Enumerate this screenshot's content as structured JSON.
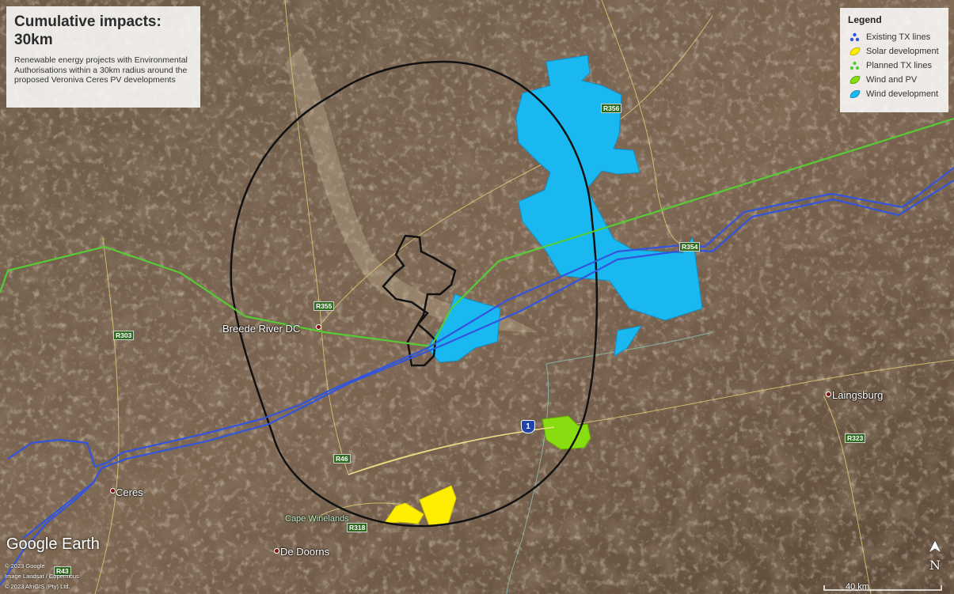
{
  "title": {
    "heading": "Cumulative impacts: 30km",
    "description": "Renewable energy projects with Environmental Authorisations within a 30km radius around the proposed Veroniva Ceres PV developments"
  },
  "legend": {
    "heading": "Legend",
    "items": [
      {
        "label": "Existing TX lines",
        "color": "#3355dd",
        "icon": "existing-tx-lines-icon"
      },
      {
        "label": "Solar development",
        "color": "#ffee00",
        "icon": "solar-development-icon"
      },
      {
        "label": "Planned TX lines",
        "color": "#55cc33",
        "icon": "planned-tx-lines-icon"
      },
      {
        "label": "Wind and PV",
        "color": "#88dd11",
        "icon": "wind-and-pv-icon"
      },
      {
        "label": "Wind development",
        "color": "#1ab8f0",
        "icon": "wind-development-icon"
      }
    ]
  },
  "places": {
    "breede": "Breede River DC",
    "laingsburg": "Laingsburg",
    "ceres": "Ceres",
    "de_doorns": "De Doorns",
    "cape_winelands": "Cape Winelands"
  },
  "roads": {
    "r356_top": "R356",
    "r354": "R354",
    "r355": "R355",
    "r303": "R303",
    "r46": "R46",
    "r318": "R318",
    "r323": "R323",
    "r43": "R43",
    "n1": "1"
  },
  "branding": {
    "logo": "Google Earth",
    "credit1": "© 2023 Google",
    "credit2": "Image Landsat / Copernicus",
    "credit3": "© 2023 AfriGIS (Pty) Ltd."
  },
  "north_label": "N",
  "scale_label": "40 km",
  "colors": {
    "wind": "#1ab8f0",
    "solar": "#ffee00",
    "wind_pv": "#88dd11",
    "existing_tx": "#3355dd",
    "planned_tx": "#55cc33",
    "buffer": "#111111"
  }
}
